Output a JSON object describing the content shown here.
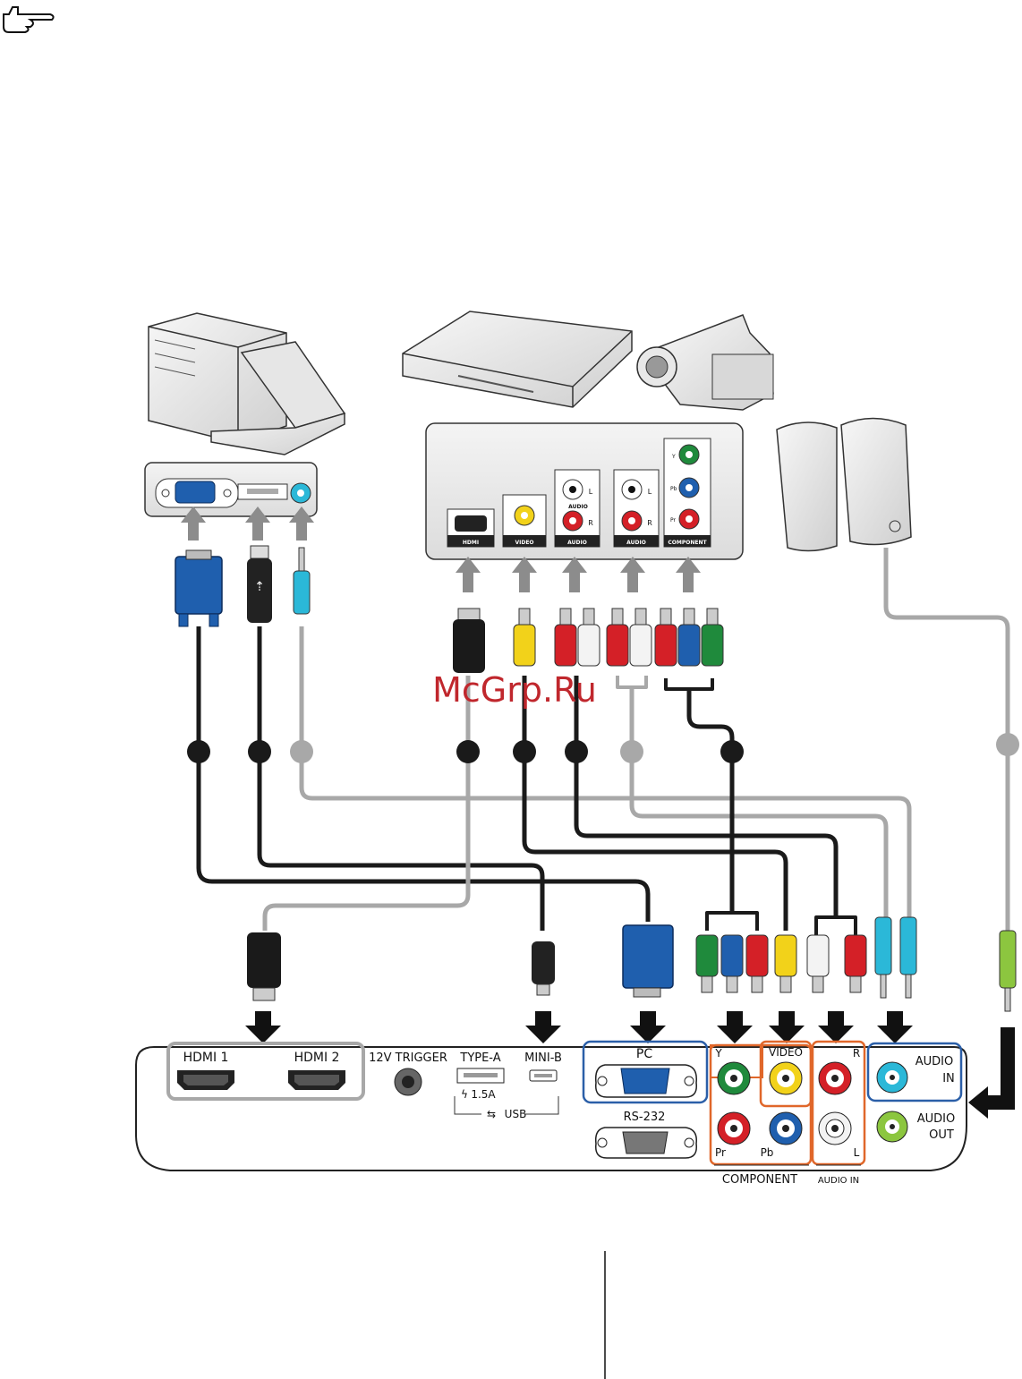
{
  "note_icon": "pointing-hand-icon",
  "watermark": "McGrp.Ru",
  "devices": {
    "computer": {
      "icons": [
        "desktop-tower-icon",
        "laptop-icon"
      ]
    },
    "av_source": {
      "icons": [
        "dvd-player-icon",
        "camcorder-icon"
      ],
      "ports": {
        "hdmi": "HDMI",
        "video": "VIDEO",
        "audio1": "AUDIO",
        "audio_sub": "AUDIO",
        "audio2": "AUDIO",
        "component": "COMPONENT",
        "l": "L",
        "r": "R",
        "y": "Y",
        "pb": "Pb",
        "pr": "Pr"
      }
    },
    "speakers": {
      "icons": [
        "speaker-icon",
        "speaker-icon"
      ]
    }
  },
  "projector_panel": {
    "hdmi1": "HDMI 1",
    "hdmi2": "HDMI 2",
    "trigger": "12V TRIGGER",
    "type_a": "TYPE-A",
    "type_a_current": "1.5A",
    "mini_b": "MINI-B",
    "usb": "USB",
    "pc": "PC",
    "rs232": "RS-232",
    "component": "COMPONENT",
    "y": "Y",
    "pr": "Pr",
    "pb": "Pb",
    "video": "VIDEO",
    "r": "R",
    "l": "L",
    "audio_in_group": "AUDIO IN",
    "audio_in_1": "AUDIO",
    "audio_in_2": "IN",
    "audio_out_1": "AUDIO",
    "audio_out_2": "OUT"
  },
  "colors": {
    "cable_black": "#1a1a1a",
    "cable_grey": "#a8a8a8",
    "arrow_grey": "#8c8c8c",
    "component_green": "#1f8a3c",
    "component_blue": "#1f5fae",
    "component_red": "#d42027",
    "video_yellow": "#f2d21a",
    "audio_cyan": "#2bb8d8",
    "audio_out_green": "#8cc63f",
    "box_blue": "#2b5fa8",
    "box_orange": "#e0672a"
  }
}
